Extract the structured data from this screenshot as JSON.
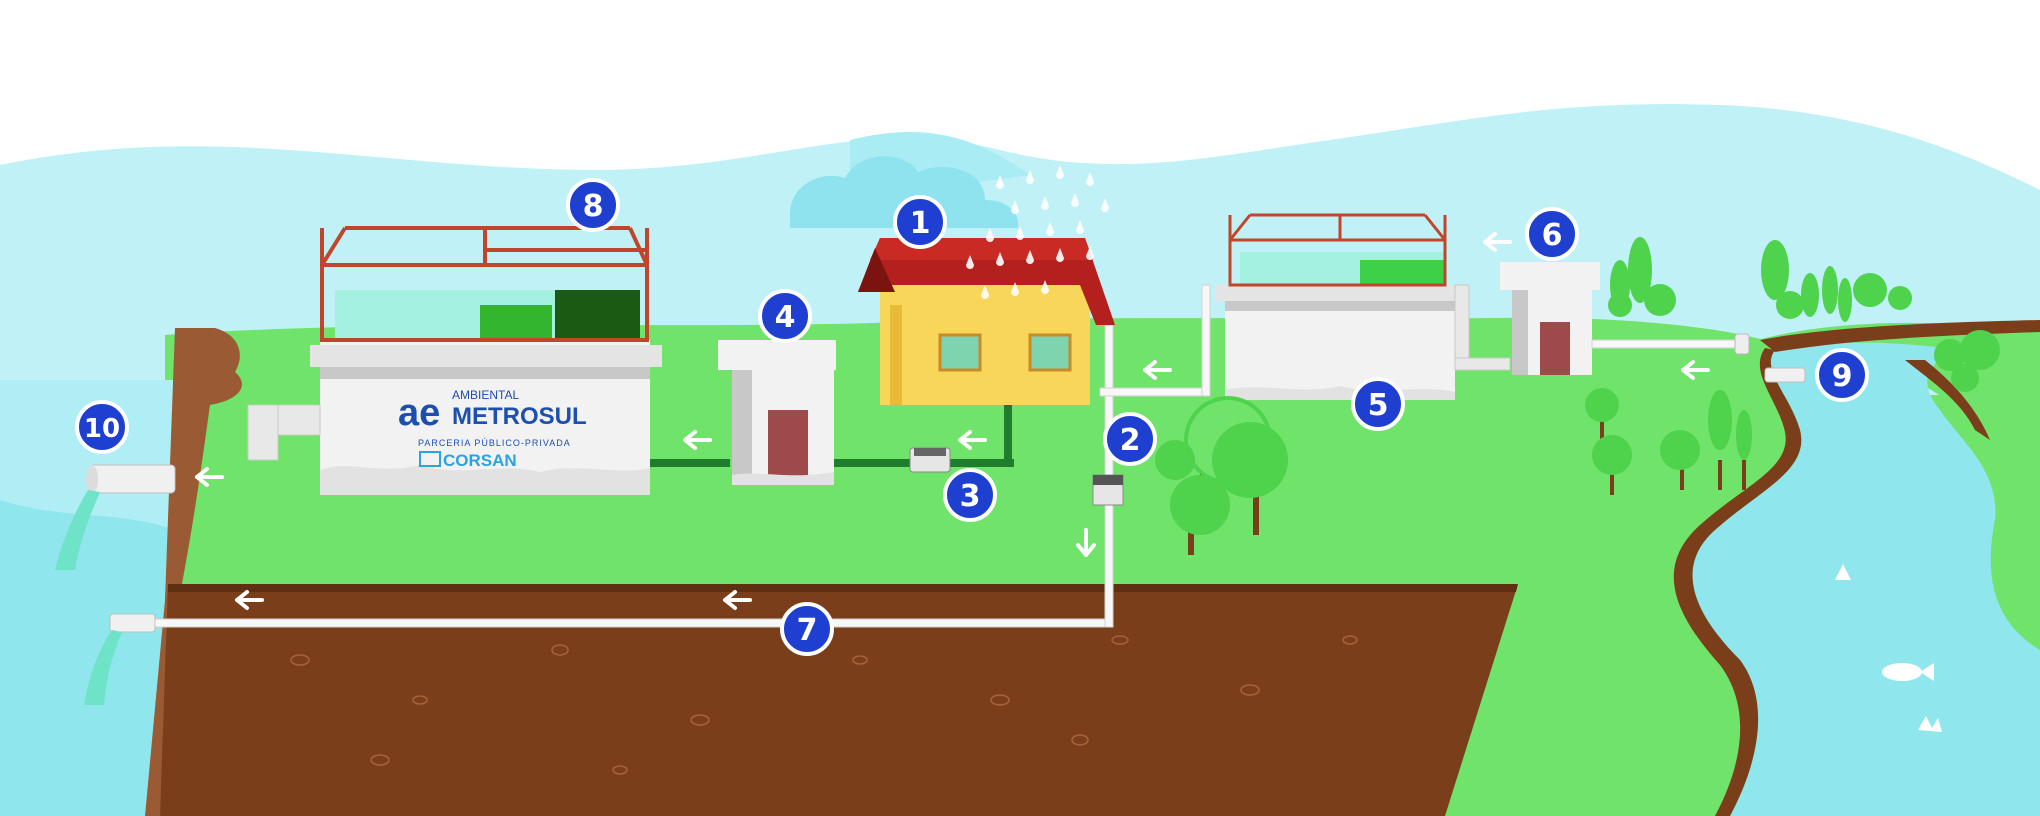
{
  "colors": {
    "sky_top": "#ffffff",
    "sky_wave": "#bff1f6",
    "sky_wave_dark": "#8fe6f0",
    "grass": "#6fe36a",
    "grass_dark": "#4fd24c",
    "soil": "#7a3f1a",
    "soil_edge": "#5f2f12",
    "water": "#8fe6ec",
    "water_light": "#c9f5f6",
    "building": "#f2f2f2",
    "building_shadow": "#c8c8c8",
    "door": "#9e4a4a",
    "rail": "#c0452a",
    "house_wall": "#f7d65a",
    "house_roof": "#b3201e",
    "pipe": "#f7f7f7",
    "pipe_green": "#1f7d2e",
    "badge": "#1f3fd0",
    "logo_blue": "#1c4fae"
  },
  "markers": [
    {
      "n": "1"
    },
    {
      "n": "2"
    },
    {
      "n": "3"
    },
    {
      "n": "4"
    },
    {
      "n": "5"
    },
    {
      "n": "6"
    },
    {
      "n": "7"
    },
    {
      "n": "8"
    },
    {
      "n": "9"
    },
    {
      "n": "10"
    }
  ],
  "logo": {
    "mark": "ae",
    "top_line": "AMBIENTAL",
    "main_line": "METROSUL",
    "sub_line": "PARCERIA PÚBLICO-PRIVADA",
    "partner": "CORSAN"
  },
  "icons": {
    "arrow": "arrow-left-icon",
    "drop": "raindrop-icon",
    "tree": "tree-icon",
    "fish": "fish-icon"
  }
}
